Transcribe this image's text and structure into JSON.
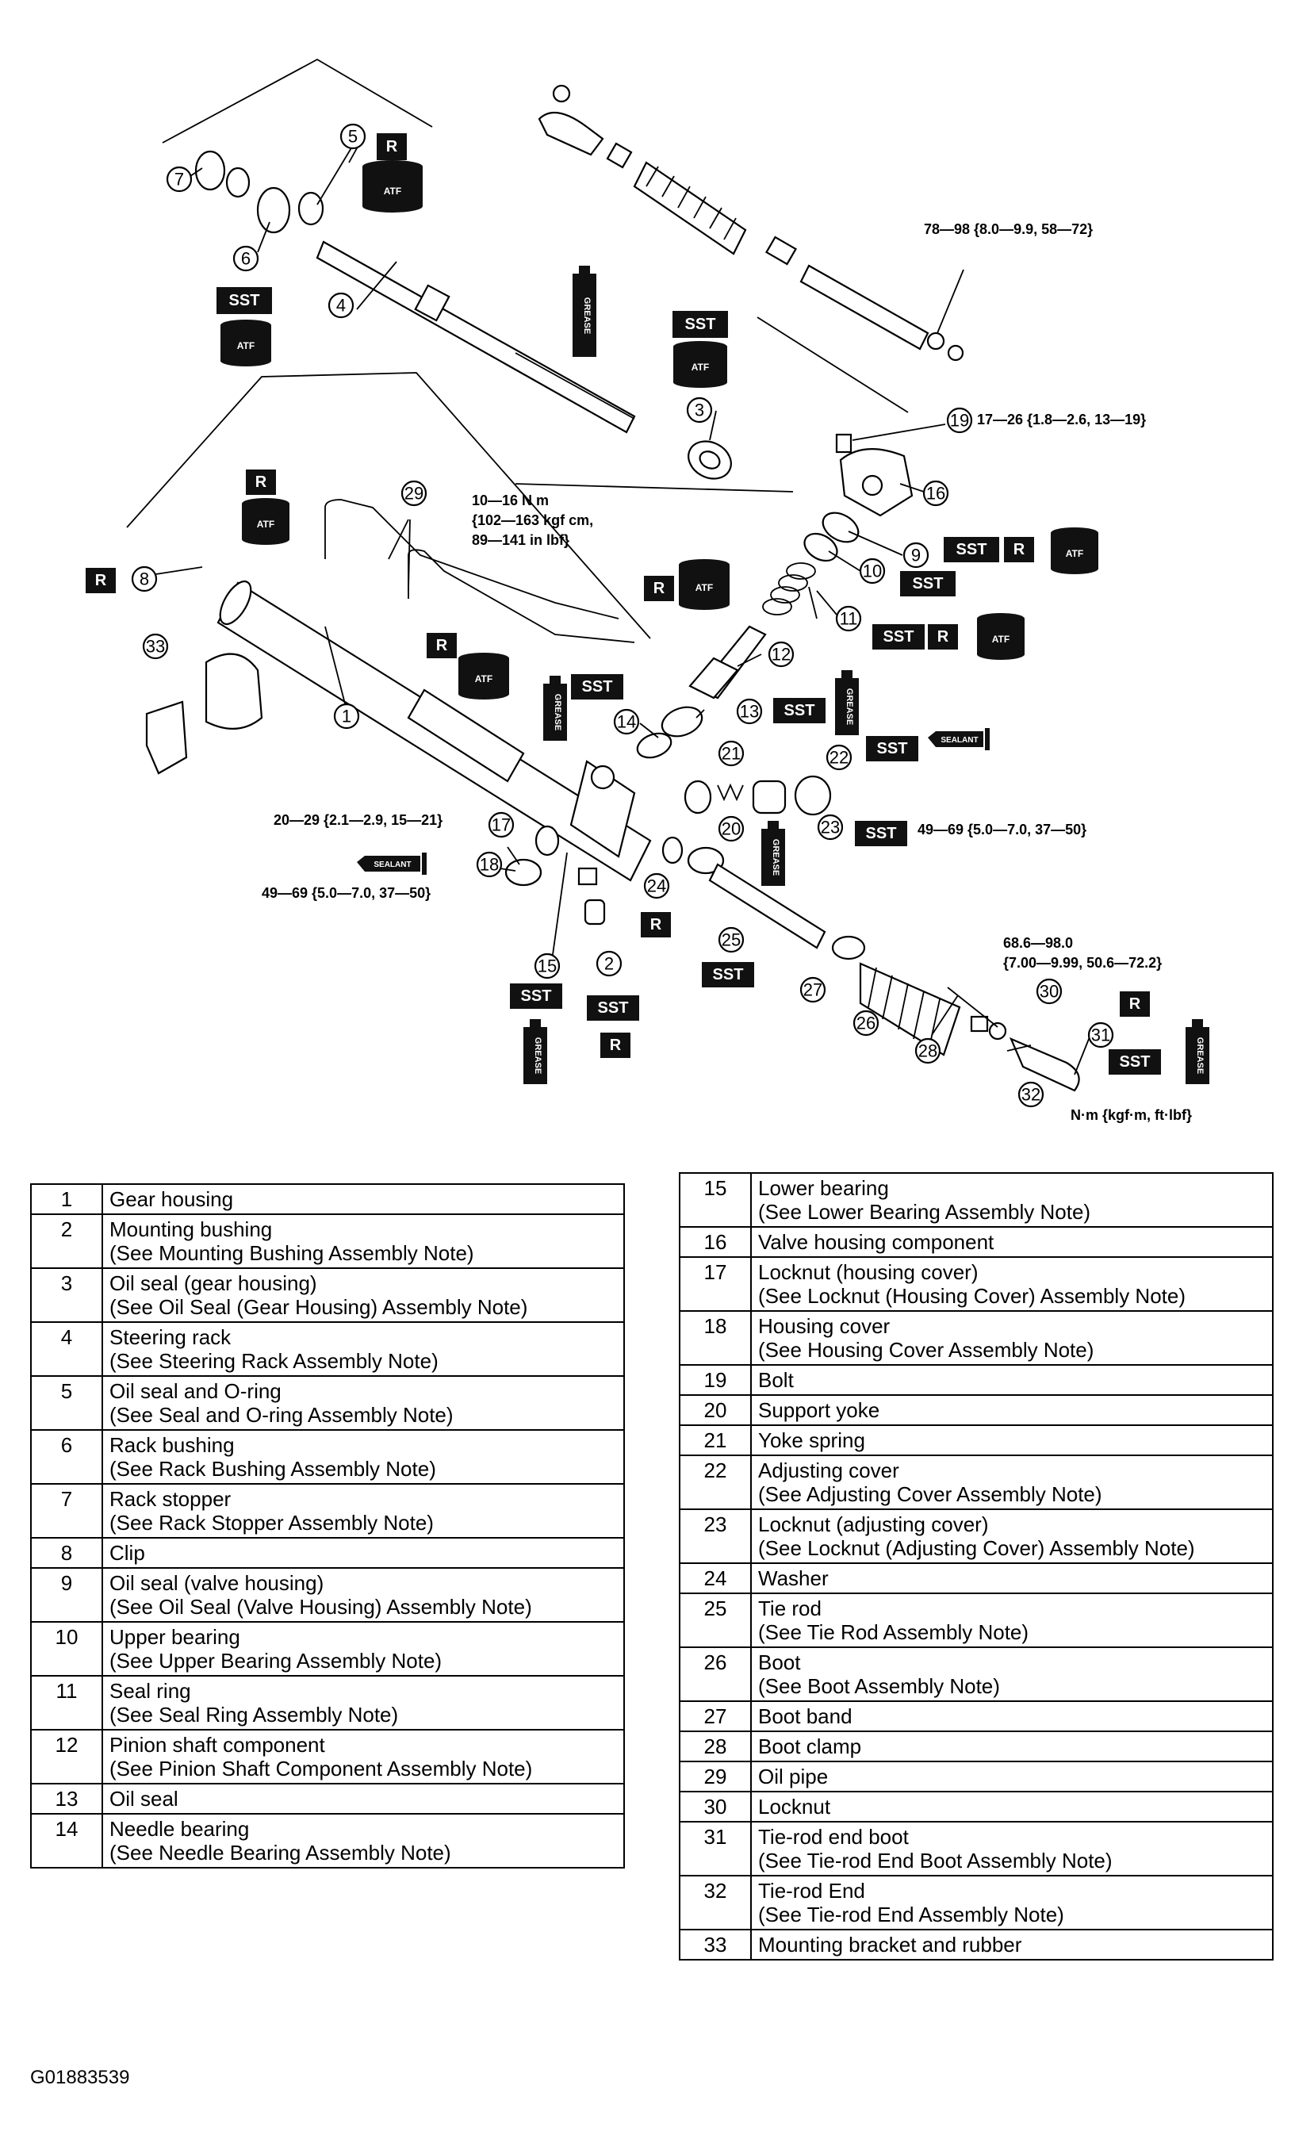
{
  "figure_id": "G01883539",
  "diagram": {
    "callouts": [
      "1",
      "2",
      "3",
      "4",
      "5",
      "6",
      "7",
      "8",
      "9",
      "10",
      "11",
      "12",
      "13",
      "14",
      "15",
      "16",
      "17",
      "18",
      "19",
      "20",
      "21",
      "22",
      "23",
      "24",
      "25",
      "26",
      "27",
      "28",
      "29",
      "30",
      "31",
      "32",
      "33"
    ],
    "badges": {
      "sst": "SST",
      "r": "R",
      "atf": "ATF",
      "grease": "GREASE",
      "sealant": "SEALANT"
    },
    "torques": {
      "t_78": "78—98 {8.0—9.9, 58—72}",
      "t_19": "17—26 {1.8—2.6, 13—19}",
      "t_10_16_a": "10—16 N m",
      "t_10_16_b": "{102—163 kgf cm,",
      "t_10_16_c": "89—141 in lbf}",
      "t_20_29": "20—29 {2.1—2.9, 15—21}",
      "t_49_right": "49—69 {5.0—7.0, 37—50}",
      "t_49_left": "49—69 {5.0—7.0, 37—50}",
      "t_68_a": "68.6—98.0",
      "t_68_b": "{7.00—9.99, 50.6—72.2}",
      "units": "N·m {kgf·m, ft·lbf}"
    }
  },
  "legend_left": [
    {
      "num": "1",
      "desc": "Gear housing"
    },
    {
      "num": "2",
      "desc": "Mounting bushing\n(See Mounting Bushing Assembly Note)"
    },
    {
      "num": "3",
      "desc": "Oil seal (gear housing)\n(See Oil Seal (Gear Housing) Assembly Note)"
    },
    {
      "num": "4",
      "desc": "Steering rack\n(See Steering Rack Assembly Note)"
    },
    {
      "num": "5",
      "desc": "Oil seal and O-ring\n(See Seal and O-ring Assembly Note)"
    },
    {
      "num": "6",
      "desc": "Rack bushing\n(See Rack Bushing Assembly Note)"
    },
    {
      "num": "7",
      "desc": "Rack stopper\n(See Rack Stopper Assembly Note)"
    },
    {
      "num": "8",
      "desc": "Clip"
    },
    {
      "num": "9",
      "desc": "Oil seal (valve housing)\n(See Oil Seal (Valve Housing) Assembly Note)"
    },
    {
      "num": "10",
      "desc": "Upper bearing\n(See Upper Bearing Assembly Note)"
    },
    {
      "num": "11",
      "desc": "Seal ring\n(See Seal Ring Assembly Note)"
    },
    {
      "num": "12",
      "desc": "Pinion shaft component\n(See Pinion Shaft Component Assembly Note)"
    },
    {
      "num": "13",
      "desc": "Oil seal"
    },
    {
      "num": "14",
      "desc": "Needle bearing\n(See Needle Bearing Assembly Note)"
    }
  ],
  "legend_right": [
    {
      "num": "15",
      "desc": "Lower bearing\n(See Lower Bearing Assembly Note)"
    },
    {
      "num": "16",
      "desc": "Valve housing component"
    },
    {
      "num": "17",
      "desc": "Locknut (housing cover)\n(See Locknut (Housing Cover) Assembly Note)"
    },
    {
      "num": "18",
      "desc": "Housing cover\n(See Housing Cover Assembly Note)"
    },
    {
      "num": "19",
      "desc": "Bolt"
    },
    {
      "num": "20",
      "desc": "Support yoke"
    },
    {
      "num": "21",
      "desc": "Yoke spring"
    },
    {
      "num": "22",
      "desc": "Adjusting cover\n(See Adjusting Cover Assembly Note)"
    },
    {
      "num": "23",
      "desc": "Locknut (adjusting cover)\n(See Locknut (Adjusting Cover) Assembly Note)"
    },
    {
      "num": "24",
      "desc": "Washer"
    },
    {
      "num": "25",
      "desc": "Tie rod\n(See Tie Rod Assembly Note)"
    },
    {
      "num": "26",
      "desc": "Boot\n(See Boot Assembly Note)"
    },
    {
      "num": "27",
      "desc": "Boot band"
    },
    {
      "num": "28",
      "desc": "Boot clamp"
    },
    {
      "num": "29",
      "desc": "Oil pipe"
    },
    {
      "num": "30",
      "desc": "Locknut"
    },
    {
      "num": "31",
      "desc": "Tie-rod end boot\n(See Tie-rod End Boot Assembly Note)"
    },
    {
      "num": "32",
      "desc": "Tie-rod End\n(See Tie-rod End Assembly Note)"
    },
    {
      "num": "33",
      "desc": "Mounting bracket and rubber"
    }
  ]
}
